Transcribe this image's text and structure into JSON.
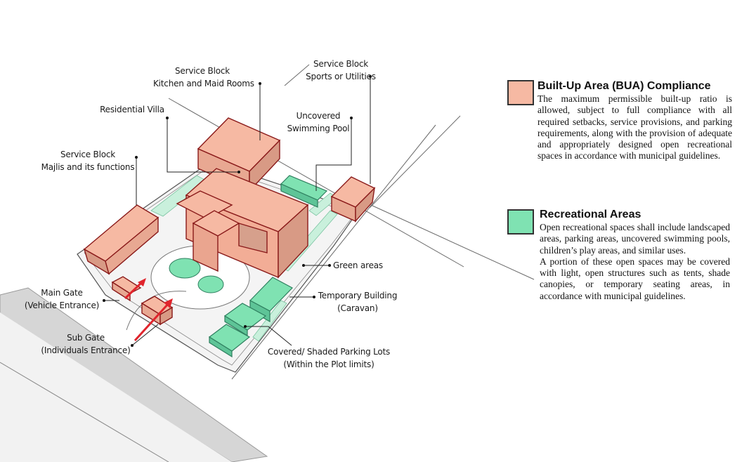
{
  "colors": {
    "bua_fill": "#f6b9a3",
    "recreational_fill": "#7fe2b2",
    "arrow": "#e0242c",
    "building_outline": "#8a1a1a",
    "road": "#d0d0d0"
  },
  "callouts": {
    "service_kitchen": {
      "line1": "Service Block",
      "line2": "Kitchen and Maid Rooms"
    },
    "service_sports": {
      "line1": "Service Block",
      "line2": "Sports or Utilities"
    },
    "residential_villa": {
      "line1": "Residential Villa"
    },
    "swimming_pool": {
      "line1": "Uncovered",
      "line2": "Swimming Pool"
    },
    "service_majlis": {
      "line1": "Service Block",
      "line2": "Majlis and its functions"
    },
    "green_areas": {
      "line1": "Green areas"
    },
    "temporary_building": {
      "line1": "Temporary Building",
      "line2": "(Caravan)"
    },
    "main_gate": {
      "line1": "Main Gate",
      "line2": "(Vehicle Entrance)"
    },
    "sub_gate": {
      "line1": "Sub Gate",
      "line2": "(Individuals Entrance)"
    },
    "parking": {
      "line1": "Covered/ Shaded Parking Lots",
      "line2": "(Within the Plot limits)"
    }
  },
  "legend": {
    "bua": {
      "title": "Built-Up Area (BUA) Compliance",
      "text": "The maximum permissible built-up ratio is allowed, subject to full compliance with all required setbacks, service provisions, and parking requirements, along with the provision of adequate and appropriately designed open recreational spaces in accordance with municipal guidelines."
    },
    "recreational": {
      "title": "Recreational Areas",
      "text1": "Open recreational spaces shall include landscaped areas, parking areas, uncovered swimming pools, children’s play areas, and similar uses.",
      "text2": "A portion of these open spaces may be covered with light, open structures such as tents, shade canopies, or temporary seating areas, in accordance with municipal guidelines."
    }
  }
}
